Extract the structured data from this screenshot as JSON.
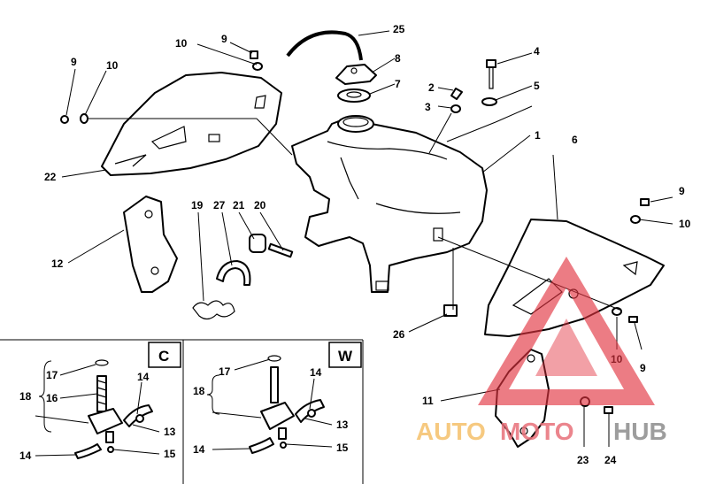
{
  "diagram": {
    "callouts": {
      "n1": "1",
      "n2": "2",
      "n3": "3",
      "n4": "4",
      "n5": "5",
      "n6": "6",
      "n7": "7",
      "n8": "8",
      "n9a": "9",
      "n9b": "9",
      "n9c": "9",
      "n9d": "9",
      "n10a": "10",
      "n10b": "10",
      "n10c": "10",
      "n10d": "10",
      "n11": "11",
      "n12": "12",
      "n19": "19",
      "n20": "20",
      "n21": "21",
      "n22": "22",
      "n23": "23",
      "n24": "24",
      "n25": "25",
      "n26": "26",
      "n27": "27"
    },
    "inset_c": {
      "label": "C",
      "n17": "17",
      "n18": "18",
      "n16": "16",
      "n14a": "14",
      "n13": "13",
      "n14b": "14",
      "n15": "15"
    },
    "inset_w": {
      "label": "W",
      "n17": "17",
      "n18": "18",
      "n14a": "14",
      "n13": "13",
      "n14b": "14",
      "n15": "15"
    }
  },
  "watermark": {
    "part1": "AUTO",
    "part2": "MOTO",
    "part3": "HUB",
    "colors": {
      "auto": "#f5c06b",
      "moto": "#e8707a",
      "hub": "#8c8c8c",
      "triangle": "#e2333f"
    }
  }
}
